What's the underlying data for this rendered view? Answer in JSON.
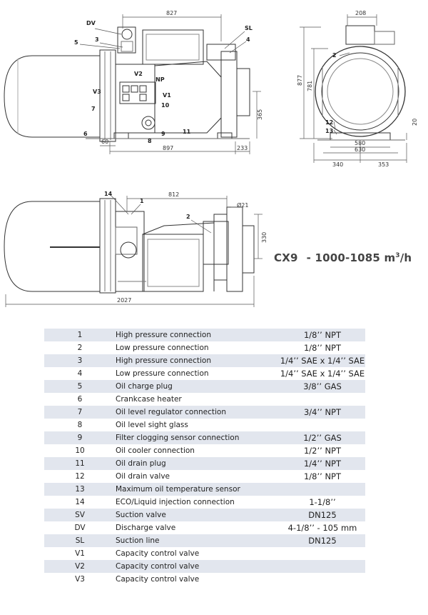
{
  "drawing_labels": {
    "front": {
      "dv": "DV",
      "n5": "5",
      "n3": "3",
      "sl": "SL",
      "n4": "4",
      "v2": "V2",
      "np": "NP",
      "v3": "V3",
      "v1": "V1",
      "n7": "7",
      "n10": "10",
      "n6": "6",
      "n9": "9",
      "n8": "8",
      "n11": "11",
      "dim_827": "827",
      "dim_365": "365",
      "dim_60": "60",
      "dim_897": "897",
      "dim_233": "233"
    },
    "end": {
      "dim_208": "208",
      "dim_877": "877",
      "dim_781": "781",
      "n2": "2",
      "n12": "12",
      "n13": "13",
      "dim_20": "20",
      "dim_580": "580",
      "dim_630": "630",
      "dim_340": "340",
      "dim_353": "353"
    },
    "top": {
      "n14": "14",
      "n1": "1",
      "dim_812": "812",
      "dia_21": "Ø21",
      "n2": "2",
      "dim_330": "330",
      "dim_2027": "2027"
    }
  },
  "model": {
    "name": "CX9",
    "range": "- 1000-1085",
    "unit": "m",
    "unit_sup": "3",
    "unit_suffix": "/h"
  },
  "components": [
    {
      "code": "1",
      "description": "High pressure  connection",
      "size": "1/8’’ NPT"
    },
    {
      "code": "2",
      "description": "Low pressure connection",
      "size": "1/8’’ NPT"
    },
    {
      "code": "3",
      "description": "High pressure connection",
      "size": "1/4’’ SAE x 1/4’’ SAE"
    },
    {
      "code": "4",
      "description": "Low pressure connection",
      "size": "1/4’’ SAE x 1/4’’ SAE"
    },
    {
      "code": "5",
      "description": "Oil charge plug",
      "size": "3/8’’ GAS"
    },
    {
      "code": "6",
      "description": "Crankcase heater",
      "size": ""
    },
    {
      "code": "7",
      "description": "Oil level regulator connection",
      "size": "3/4’’ NPT"
    },
    {
      "code": "8",
      "description": "Oil level sight glass",
      "size": ""
    },
    {
      "code": "9",
      "description": "Filter clogging sensor connection",
      "size": "1/2’’ GAS"
    },
    {
      "code": "10",
      "description": "Oil cooler connection",
      "size": "1/2’’ NPT"
    },
    {
      "code": "11",
      "description": "Oil drain plug",
      "size": "1/4’’ NPT"
    },
    {
      "code": "12",
      "description": "Oil drain valve",
      "size": "1/8’’ NPT"
    },
    {
      "code": "13",
      "description": "Maximum oil temperature sensor",
      "size": ""
    },
    {
      "code": "14",
      "description": "ECO/Liquid injection connection",
      "size": "1-1/8’’"
    },
    {
      "code": "SV",
      "description": "Suction valve",
      "size": "DN125"
    },
    {
      "code": "DV",
      "description": "Discharge valve",
      "size": "4-1/8’’ - 105 mm"
    },
    {
      "code": "SL",
      "description": "Suction line",
      "size": "DN125"
    },
    {
      "code": "V1",
      "description": "Capacity control valve",
      "size": ""
    },
    {
      "code": "V2",
      "description": "Capacity control valve",
      "size": ""
    },
    {
      "code": "V3",
      "description": "Capacity control valve",
      "size": ""
    }
  ]
}
